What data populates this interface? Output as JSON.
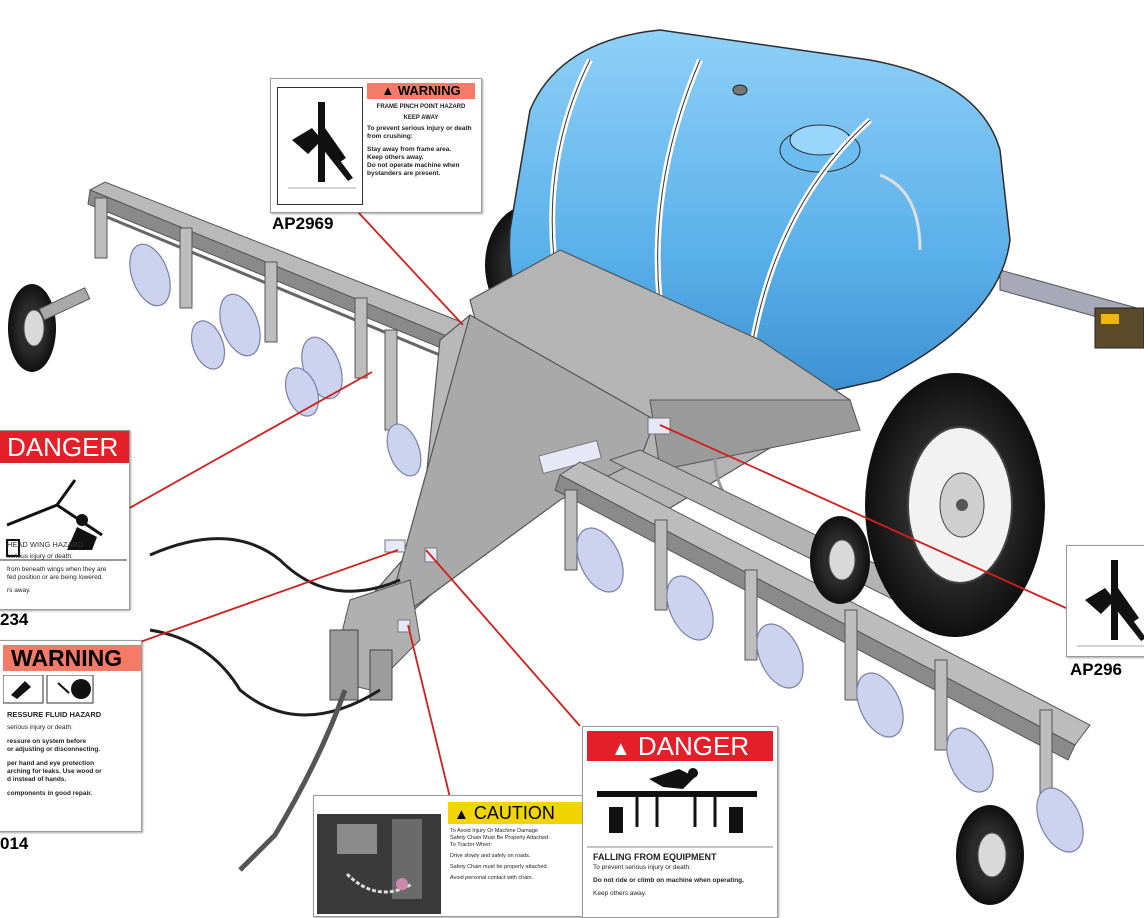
{
  "colors": {
    "tank": "#5ab0ea",
    "frame": "#b4b4b4",
    "frame_dark": "#6f6f6f",
    "leader": "#d0201c",
    "danger": "#e3202a",
    "warning": "#f57a68",
    "caution": "#f2d400",
    "disc": "#cdd3ee"
  },
  "labels": {
    "warn_frame": {
      "part": "AP2969",
      "header": "WARNING",
      "hazard": "FRAME PINCH POINT HAZARD",
      "keep": "KEEP AWAY",
      "intro": "To prevent serious injury or death from crushing:",
      "b1": "Stay away from frame area.",
      "b2": "Keep others away.",
      "b3": "Do not operate machine when bystanders are present."
    },
    "danger_wing": {
      "part": "234",
      "header": "DANGER",
      "hazard": "HEAD WING HAZARD",
      "l1": "serious injury or death:",
      "l2": "from beneath wings when they are",
      "l3": "fed position or are being lowered.",
      "l4": "rs away."
    },
    "warn_fluid": {
      "part": "014",
      "header": "WARNING",
      "hazard": "RESSURE FLUID HAZARD",
      "l1": "serious injury or death:",
      "l2": "ressure on system before",
      "l3": "or adjusting or disconnecting.",
      "l4": "per hand and eye protection",
      "l5": "arching for leaks. Use wood or",
      "l6": "d instead of hands.",
      "l7": "components in good repair."
    },
    "caution_jack": {
      "header": "CAUTION",
      "t1": "To Avoid Injury Or Machine Damage",
      "t2": "Safety Chain Must Be Properly Attached",
      "t3": "To Tractor When:",
      "b1": "Drive slowly and safely on roads.",
      "b2": "Safety Chain must be properly attached.",
      "b3": "Avoid personal contact with chain."
    },
    "danger_fall": {
      "header": "DANGER",
      "hazard": "FALLING FROM EQUIPMENT",
      "intro": "To prevent serious injury or death:",
      "b1": "Do not ride or climb on machine when operating.",
      "b2": "Keep others away."
    },
    "warn_right": {
      "part": "AP296"
    }
  }
}
